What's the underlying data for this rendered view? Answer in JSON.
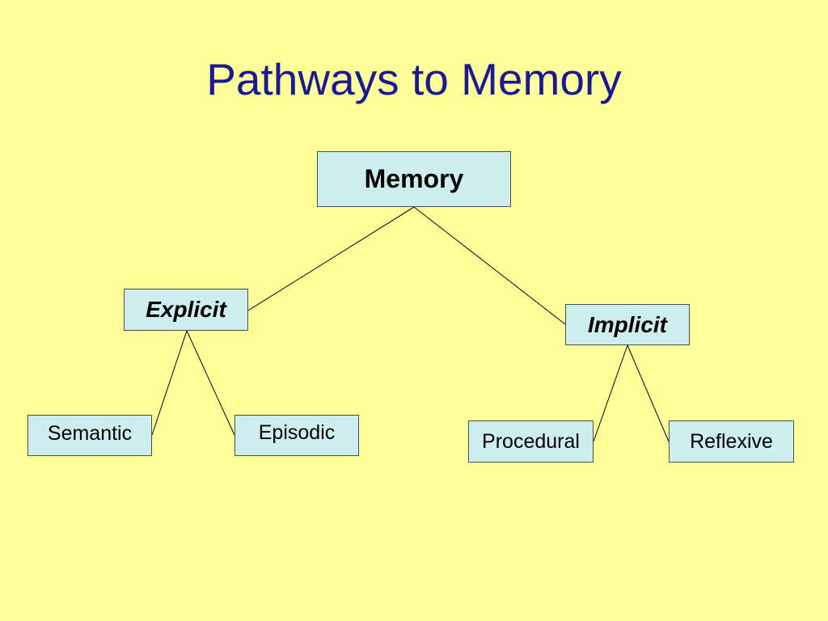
{
  "slide": {
    "title": "Pathways to Memory",
    "background_color": "#FFFF99",
    "title_color": "#1A1A99",
    "box_fill_color": "#CCEEEE"
  },
  "tree": {
    "root": "Memory",
    "explicit": {
      "label": "Explicit",
      "children": [
        "Semantic",
        "Episodic"
      ]
    },
    "implicit": {
      "label": "Implicit",
      "children": [
        "Procedural",
        "Reflexive"
      ]
    }
  }
}
